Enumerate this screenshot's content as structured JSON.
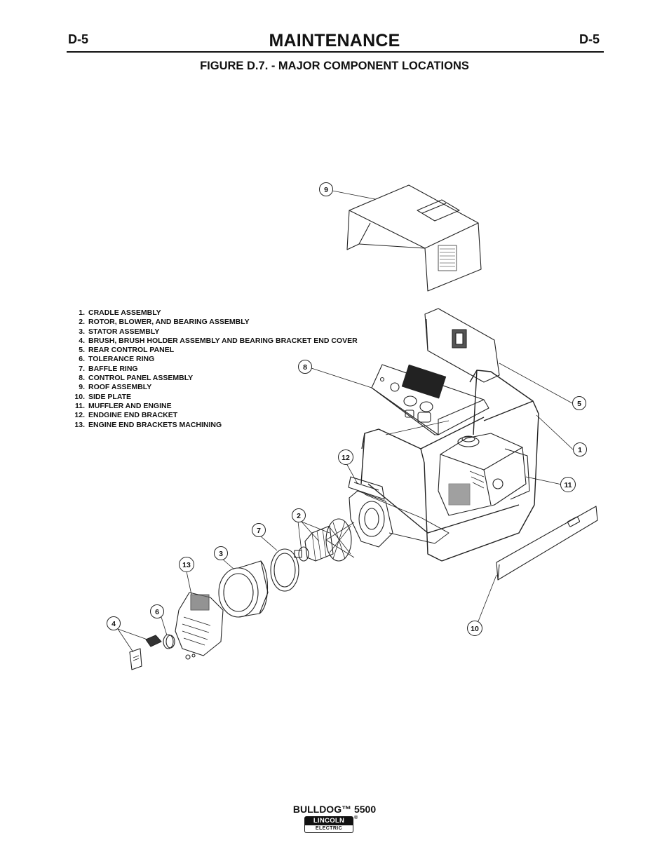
{
  "header": {
    "page_left": "D-5",
    "title": "MAINTENANCE",
    "page_right": "D-5"
  },
  "figure": {
    "title": "FIGURE D.7. - MAJOR COMPONENT LOCATIONS"
  },
  "legend": [
    {
      "num": "1.",
      "label": "CRADLE ASSEMBLY"
    },
    {
      "num": "2.",
      "label": "ROTOR, BLOWER, AND BEARING ASSEMBLY"
    },
    {
      "num": "3.",
      "label": "STATOR ASSEMBLY"
    },
    {
      "num": "4.",
      "label": "BRUSH, BRUSH HOLDER ASSEMBLY AND BEARING BRACKET END COVER"
    },
    {
      "num": "5.",
      "label": "REAR CONTROL PANEL"
    },
    {
      "num": "6.",
      "label": "TOLERANCE RING"
    },
    {
      "num": "7.",
      "label": "BAFFLE RING"
    },
    {
      "num": "8.",
      "label": "CONTROL PANEL ASSEMBLY"
    },
    {
      "num": "9.",
      "label": "ROOF ASSEMBLY"
    },
    {
      "num": "10.",
      "label": "SIDE PLATE"
    },
    {
      "num": "11.",
      "label": "MUFFLER AND ENGINE"
    },
    {
      "num": "12.",
      "label": "ENDGINE END BRACKET"
    },
    {
      "num": "13.",
      "label": "ENGINE END BRACKETS MACHINING"
    }
  ],
  "callouts": {
    "c1": "1",
    "c2": "2",
    "c3": "3",
    "c4": "4",
    "c5": "5",
    "c6": "6",
    "c7": "7",
    "c8": "8",
    "c9": "9",
    "c10": "10",
    "c11": "11",
    "c12": "12",
    "c13": "13"
  },
  "footer": {
    "product": "BULLDOG™ 5500",
    "logo_top": "LINCOLN",
    "logo_bottom": "ELECTRIC",
    "logo_reg": "®"
  }
}
